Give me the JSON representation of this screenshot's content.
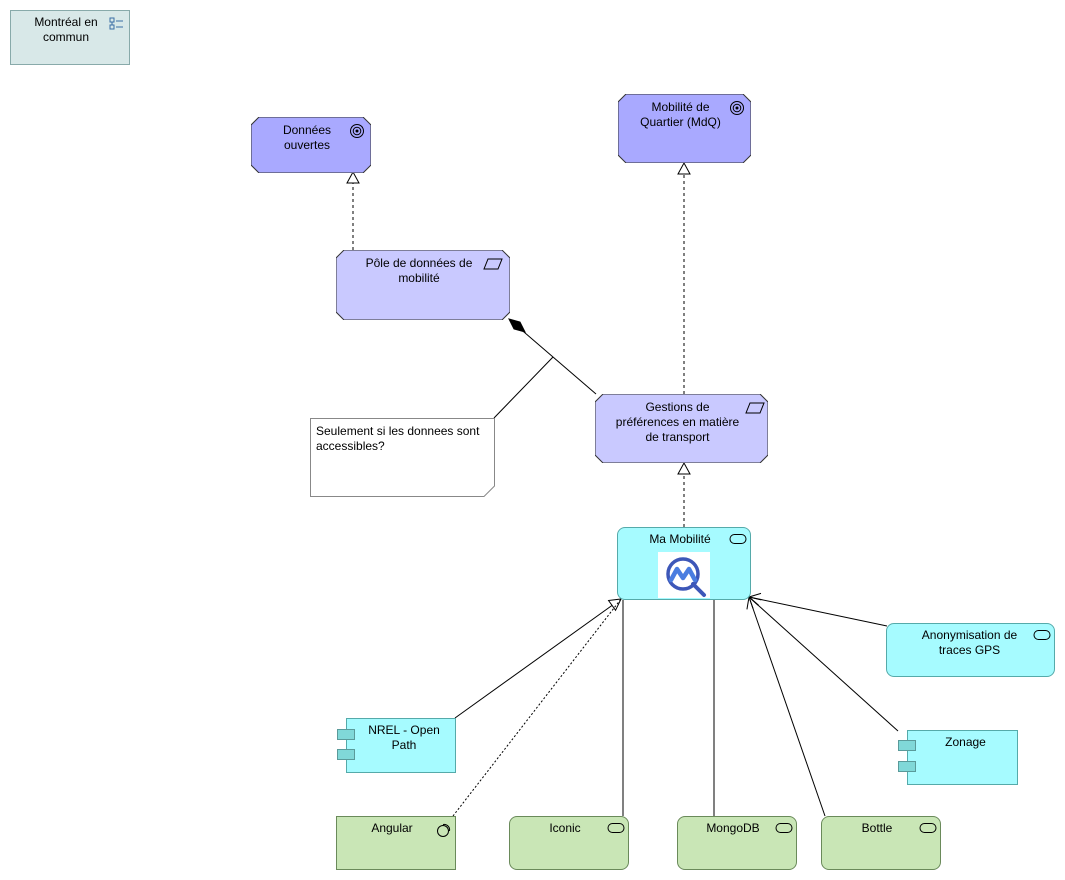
{
  "legend_box": {
    "label": "Montréal en commun",
    "icon": "grouping-icon"
  },
  "goals": [
    {
      "id": "donnees",
      "label": "Données ouvertes",
      "icon": "goal-target-icon"
    },
    {
      "id": "mdq",
      "label": "Mobilité de Quartier (MdQ)",
      "icon": "goal-target-icon"
    }
  ],
  "processes": [
    {
      "id": "pole",
      "label": "Pôle de données de mobilité",
      "icon": "parallelogram-icon"
    },
    {
      "id": "gestion",
      "label": "Gestions de préférences en matière de transport",
      "icon": "parallelogram-icon"
    }
  ],
  "note": {
    "text": "Seulement si les donnees sont accessibles?"
  },
  "app_service": {
    "label": "Ma Mobilité",
    "icon": "service-icon",
    "logo": "ma-mobilite-logo"
  },
  "services": [
    {
      "id": "anon",
      "label": "Anonymisation de traces GPS",
      "icon": "service-icon"
    }
  ],
  "components": [
    {
      "id": "nrel",
      "label": "NREL - Open Path",
      "icon": "component-icon"
    },
    {
      "id": "zonage",
      "label": "Zonage",
      "icon": "component-icon"
    }
  ],
  "tech": [
    {
      "id": "angular",
      "label": "Angular",
      "icon": "system-software-icon"
    },
    {
      "id": "iconic",
      "label": "Iconic",
      "icon": "service-icon"
    },
    {
      "id": "mongodb",
      "label": "MongoDB",
      "icon": "service-icon"
    },
    {
      "id": "bottle",
      "label": "Bottle",
      "icon": "service-icon"
    }
  ],
  "colors": {
    "goal_fill": "#a9a9ff",
    "process_fill": "#c9c9ff",
    "app_fill": "#a6fbff",
    "tech_fill": "#c9e6b6",
    "grouping_fill": "#d8e8e8",
    "line": "#000000"
  }
}
